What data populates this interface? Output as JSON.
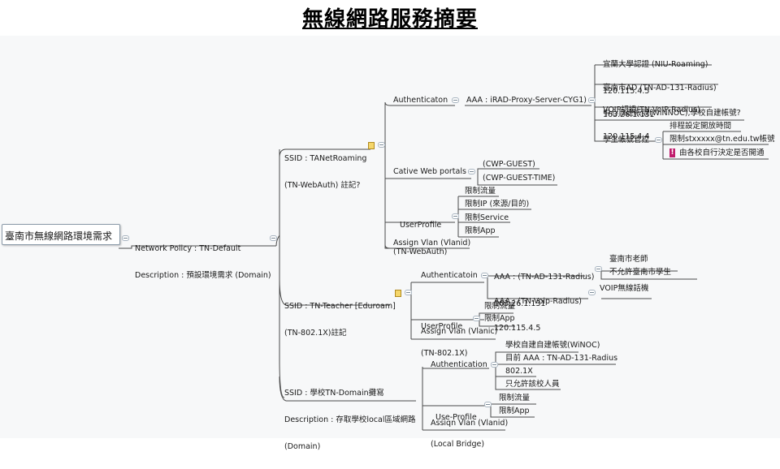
{
  "title": "無線網路服務摘要",
  "root": {
    "label": "臺南市無線網路環境需求"
  },
  "network_policy": {
    "line1": "Network Policy : TN-Default",
    "line2": "Description : 預設環境需求 (Domain)"
  },
  "ssid1": {
    "line1": "SSID : TANetRoaming",
    "line2": "(TN-WebAuth) 註記?",
    "authentication": "Authenticaton",
    "aaa": "AAA : iRAD-Proxy-Server-CYG1)",
    "aaa_children": [
      {
        "line1": "宜蘭大學認證 (NIU-Roaming)",
        "line2": "120.115.4.5"
      },
      {
        "line1": "臺南市AD (TN-AD-131-Radius)",
        "line2": "163.26.1.131"
      },
      {
        "line1": "VOIP認證(TN-VoIP-Radius)",
        "line2": "120.115.4.4"
      },
      {
        "line1": "中心自建帳號(WiNNOC),學校自建帳號?",
        "line2": ""
      }
    ],
    "student_mgmt": "學生帳號管控",
    "student_children": [
      "排程設定開放時間",
      "限制stxxxxx@tn.edu.tw帳號",
      "由各校自行決定是否開通"
    ],
    "captive": "Cative Web portals",
    "captive_children": [
      "(CWP-GUEST)",
      "(CWP-GUEST-TIME)"
    ],
    "userprofile_line1": "UserProfile",
    "userprofile_line2": "(TN-WebAuth)",
    "userprofile_children": [
      "限制流量",
      "限制IP (來源/目的)",
      "限制Service",
      "限制App"
    ],
    "assign_vlan": "Assign Vlan (Vlanid)"
  },
  "ssid2": {
    "line1": "SSID : TN-Teacher [Eduroam]",
    "line2": "(TN-802.1X)註記",
    "authentication": "Authenticatoin",
    "aaa1_line1": "AAA : (TN-AD-131-Radius)",
    "aaa1_line2": "163.26.1.131",
    "aaa1_children": [
      "臺南市老師",
      "不允許臺南市學生"
    ],
    "aaa2_line1": "AAA : (TN-Voip-Radius)",
    "aaa2_line2": "120.115.4.5",
    "aaa2_children": [
      "VOIP無線話機"
    ],
    "userprofile_line1": "UserProfile",
    "userprofile_line2": "(TN-802.1X)",
    "userprofile_children": [
      "限制流量",
      "限制App"
    ],
    "assign_vlan": "Assign Vlan (Vlanic)"
  },
  "ssid3": {
    "line1": "SSID : 學校TN-Domain攤寫",
    "line2": "Description : 存取學校local區域網路",
    "line3": "(Domain)",
    "authentication": "Authentication",
    "auth_children": [
      "學校自建自建帳號(WiNOC)",
      "目前 AAA : TN-AD-131-Radius",
      "802.1X",
      "只允許該校人員"
    ],
    "userprofile_line1": "Use-Profile",
    "userprofile_line2": "(Local Bridge)",
    "userprofile_children": [
      "限制流量",
      "限制App"
    ],
    "assign_vlan": "Assiqn Vlan (Vlanid)"
  },
  "colors": {
    "link": "#4a4a4a",
    "node_border": "#8a9aa8",
    "note": "#f5d66a",
    "alert": "#c01c6c"
  }
}
